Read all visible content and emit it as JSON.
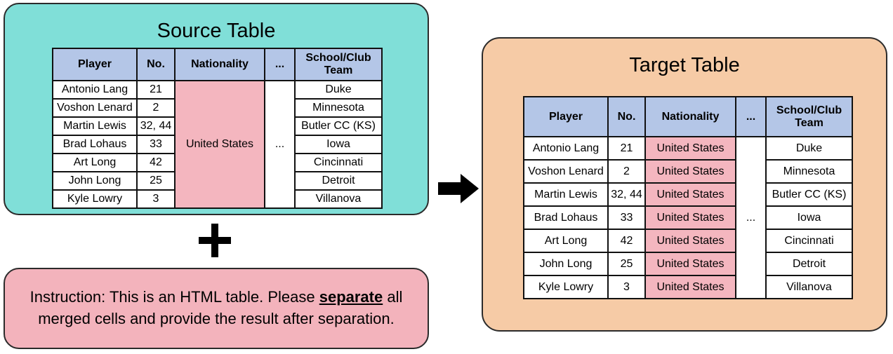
{
  "source": {
    "title": "Source Table",
    "headers": [
      "Player",
      "No.",
      "Nationality",
      "...",
      "School/Club Team"
    ],
    "players": [
      "Antonio Lang",
      "Voshon Lenard",
      "Martin Lewis",
      "Brad Lohaus",
      "Art Long",
      "John Long",
      "Kyle Lowry"
    ],
    "numbers": [
      "21",
      "2",
      "32, 44",
      "33",
      "42",
      "25",
      "3"
    ],
    "nationality_merged": "United States",
    "ellipsis": "...",
    "schools": [
      "Duke",
      "Minnesota",
      "Butler CC (KS)",
      "Iowa",
      "Cincinnati",
      "Detroit",
      "Villanova"
    ]
  },
  "target": {
    "title": "Target Table",
    "headers": [
      "Player",
      "No.",
      "Nationality",
      "...",
      "School/Club Team"
    ],
    "rows": [
      {
        "player": "Antonio Lang",
        "no": "21",
        "nationality": "United States",
        "school": "Duke"
      },
      {
        "player": "Voshon Lenard",
        "no": "2",
        "nationality": "United States",
        "school": "Minnesota"
      },
      {
        "player": "Martin Lewis",
        "no": "32, 44",
        "nationality": "United States",
        "school": "Butler CC (KS)"
      },
      {
        "player": "Brad Lohaus",
        "no": "33",
        "nationality": "United States",
        "school": "Iowa"
      },
      {
        "player": "Art Long",
        "no": "42",
        "nationality": "United States",
        "school": "Cincinnati"
      },
      {
        "player": "John Long",
        "no": "25",
        "nationality": "United States",
        "school": "Detroit"
      },
      {
        "player": "Kyle Lowry",
        "no": "3",
        "nationality": "United States",
        "school": "Villanova"
      }
    ],
    "ellipsis": "..."
  },
  "instruction": {
    "prefix": "Instruction: This is an HTML table. Please ",
    "keyword": "separate",
    "suffix": " all merged cells and provide the result after separation."
  },
  "icons": {
    "plus": "plus-icon",
    "arrow": "arrow-right-icon"
  },
  "colors": {
    "source_bg": "#80dfd8",
    "target_bg": "#f6cba6",
    "instruction_bg": "#f3b3bc",
    "header_bg": "#b4c6e7",
    "nationality_bg": "#f4b6bf"
  }
}
